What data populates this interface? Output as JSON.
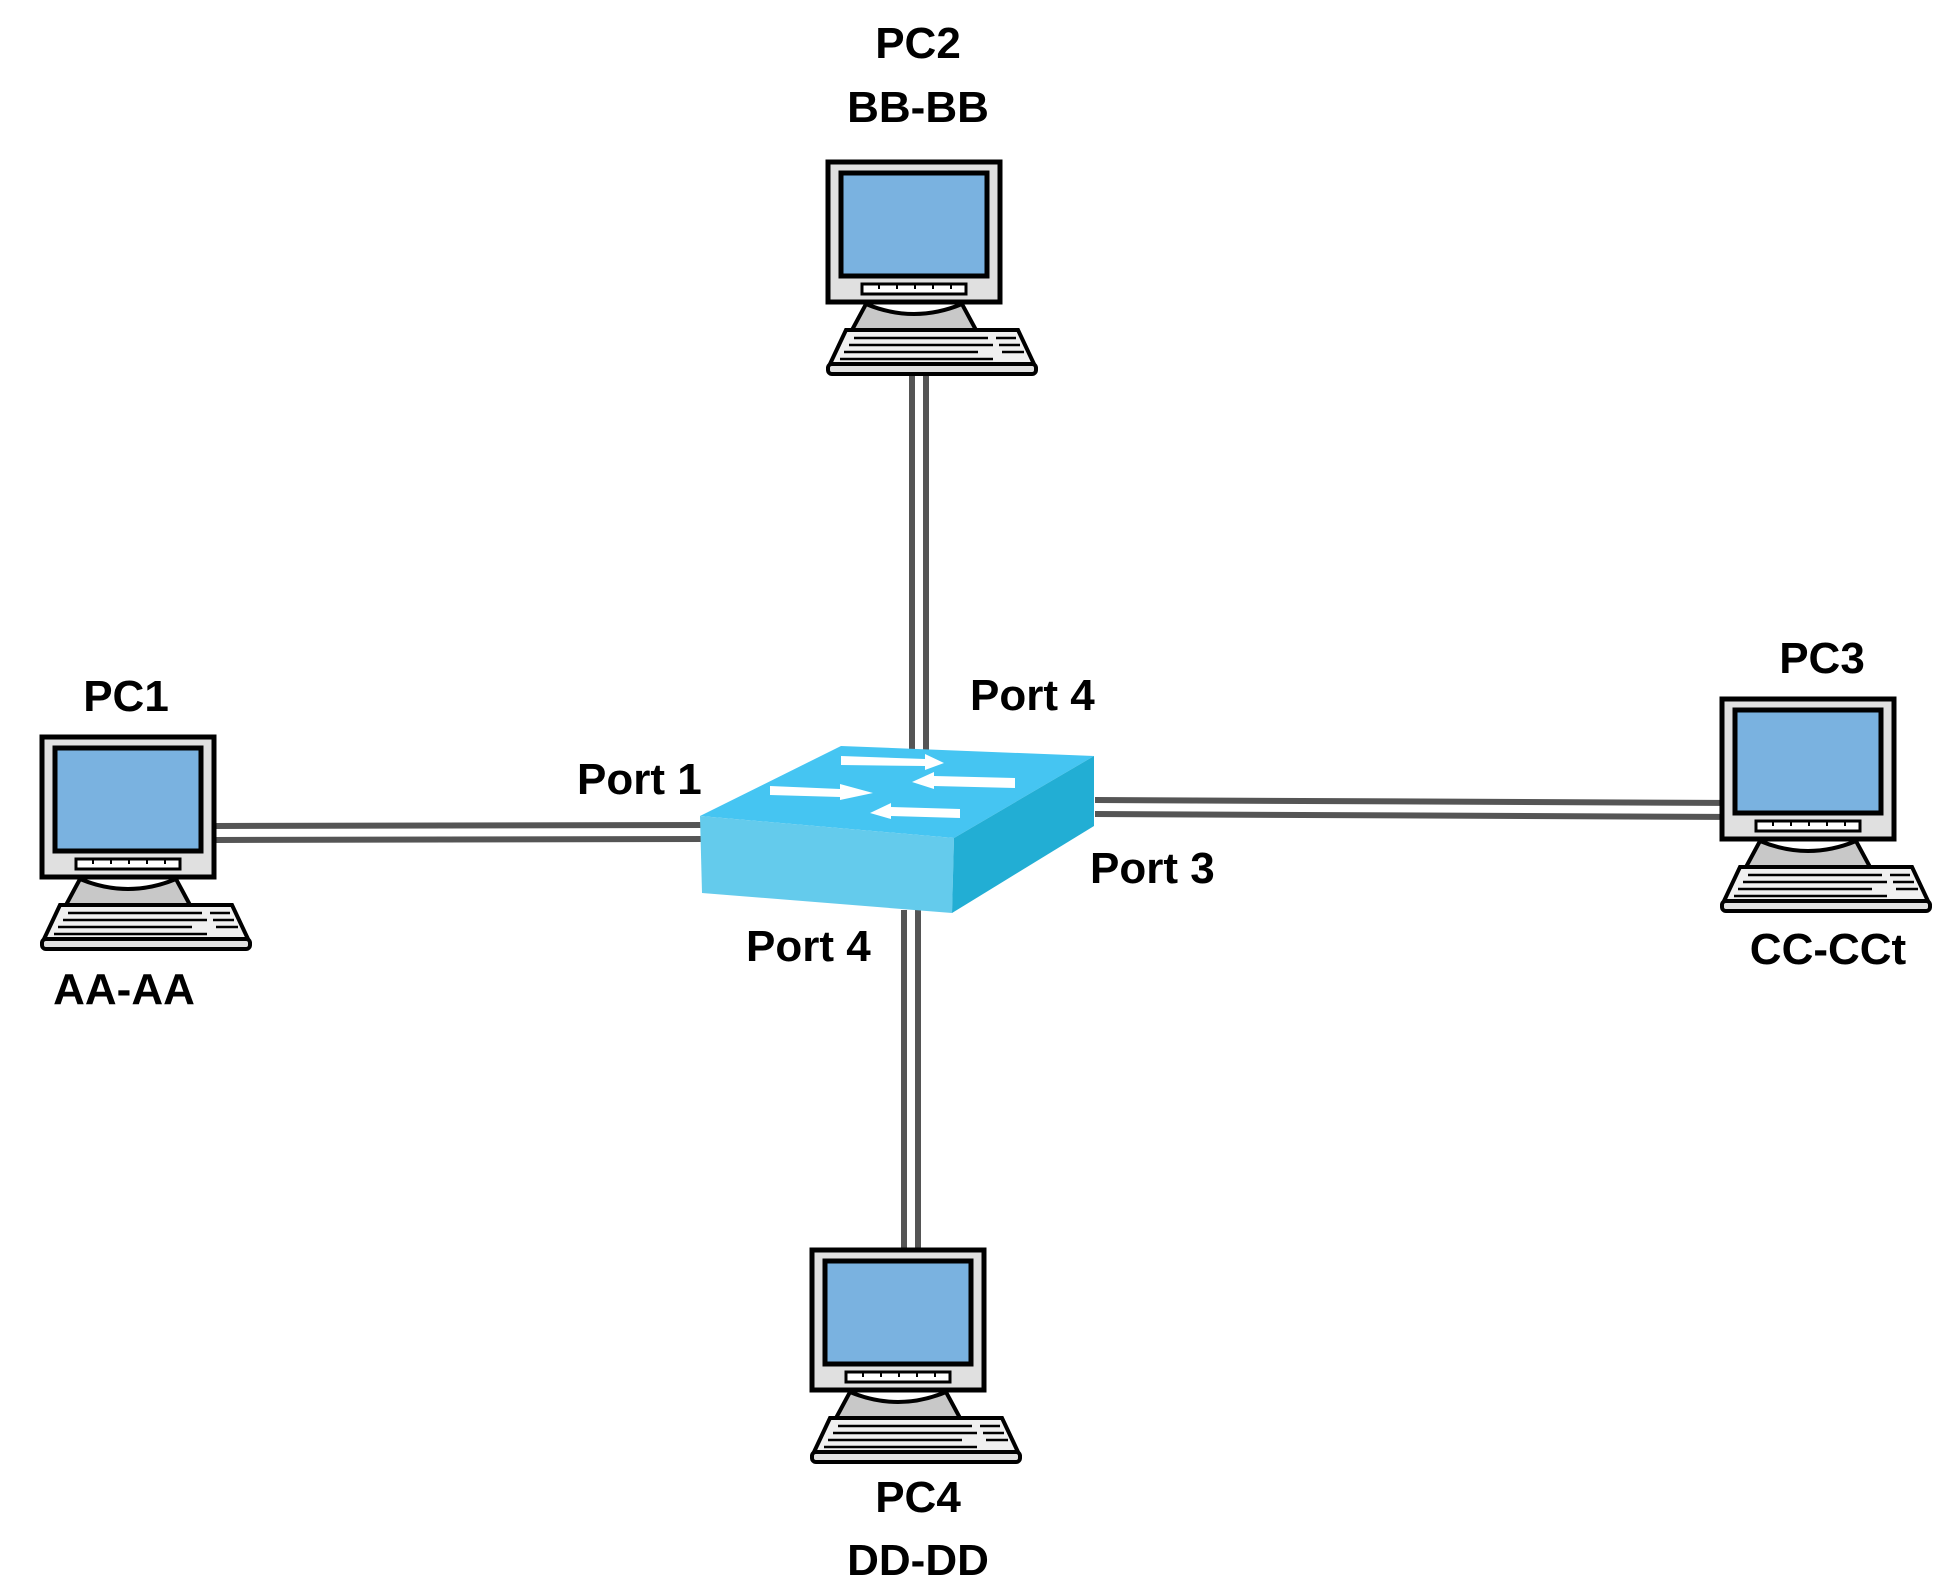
{
  "diagram": {
    "type": "network-topology",
    "colors": {
      "screen": "#7ab2e0",
      "monitor_frame": "#e0e0e0",
      "switch_top": "#45c5f2",
      "switch_front": "#64cbec",
      "switch_side": "#22aed4",
      "cable": "#555555"
    },
    "switch": {
      "name": "switch",
      "icon": "network-switch-icon"
    },
    "nodes": [
      {
        "id": "pc1",
        "name": "PC1",
        "mac": "AA-AA",
        "icon": "desktop-computer-icon"
      },
      {
        "id": "pc2",
        "name": "PC2",
        "mac": "BB-BB",
        "icon": "desktop-computer-icon"
      },
      {
        "id": "pc3",
        "name": "PC3",
        "mac": "CC-CCt",
        "icon": "desktop-computer-icon"
      },
      {
        "id": "pc4",
        "name": "PC4",
        "mac": "DD-DD",
        "icon": "desktop-computer-icon"
      }
    ],
    "ports": [
      {
        "label": "Port 1",
        "connects": "PC1"
      },
      {
        "label": "Port 4",
        "connects": "PC2"
      },
      {
        "label": "Port 3",
        "connects": "PC3"
      },
      {
        "label": "Port 4",
        "connects": "PC4"
      }
    ]
  }
}
